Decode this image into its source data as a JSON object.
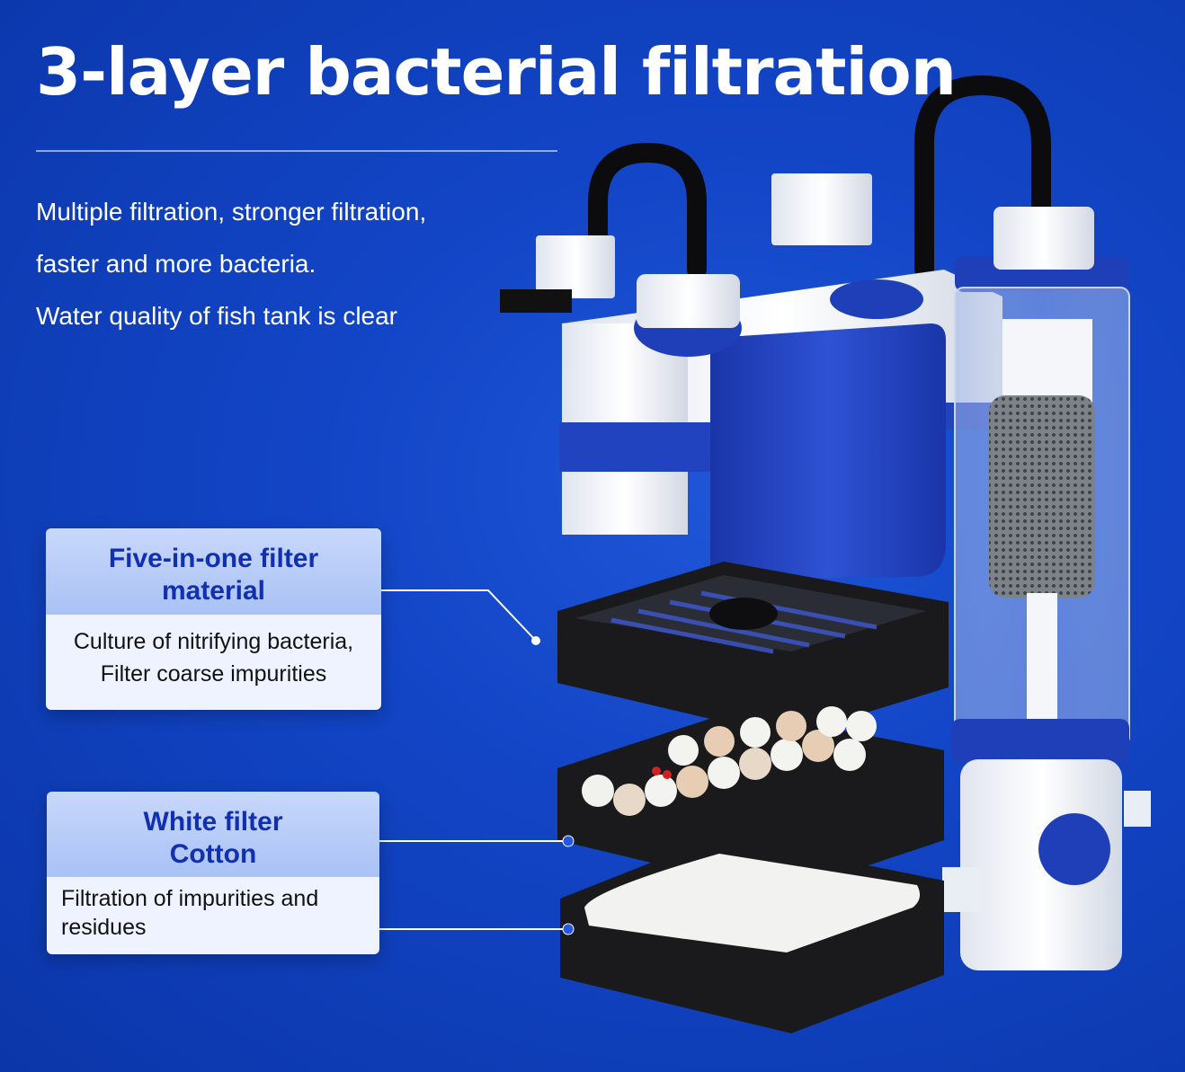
{
  "headline": "3-layer bacterial filtration",
  "intro_lines": [
    "Multiple filtration, stronger filtration,",
    "faster and more bacteria.",
    "Water quality of fish tank is clear"
  ],
  "callouts": [
    {
      "title_lines": [
        "Five-in-one filter",
        "material"
      ],
      "desc_lines": [
        "Culture of nitrifying bacteria,",
        "Filter coarse impurities"
      ]
    },
    {
      "title_lines": [
        "White filter",
        "Cotton"
      ],
      "desc_lines": [
        "Filtration of impurities and",
        "residues"
      ]
    }
  ],
  "colors": {
    "background": "#1245c6",
    "card_header": "#b3c8f7",
    "card_body": "#eef3ff",
    "card_title": "#1030b0",
    "product_blue": "#1f3fb8"
  }
}
